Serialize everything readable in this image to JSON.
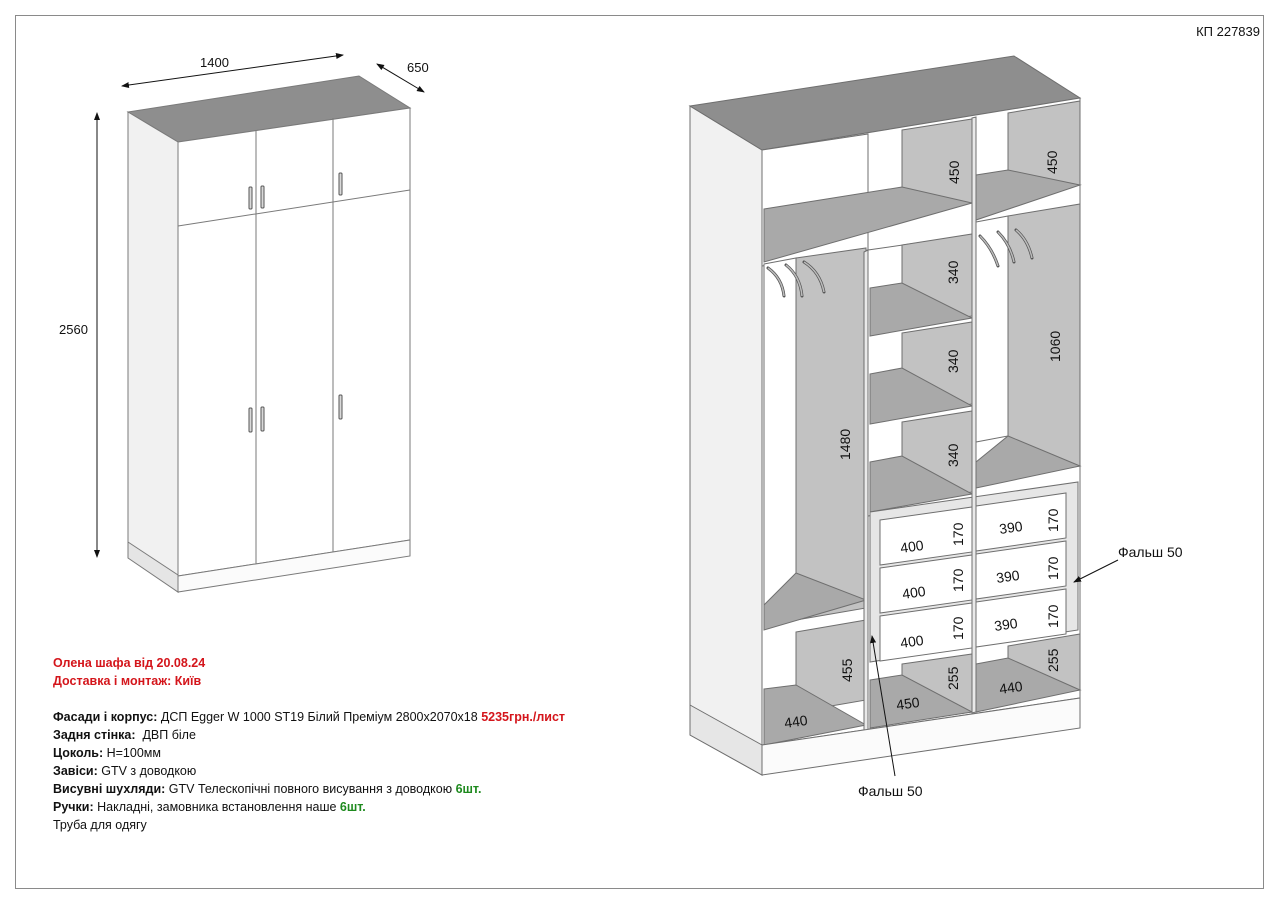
{
  "doc_code": "КП 227839",
  "dims": {
    "width": "1400",
    "depth": "650",
    "height": "2560",
    "top_left": "450",
    "top_right": "450",
    "hang_left": "1480",
    "shelf_mid_1": "340",
    "shelf_mid_2": "340",
    "shelf_mid_3": "340",
    "hang_right": "1060",
    "drawer_h": "170",
    "drawer_w_mid": "400",
    "drawer_w_right": "390",
    "bottom_left_h": "455",
    "bottom_left_w": "440",
    "bottom_mid_w": "450",
    "bottom_mid_h": "255",
    "bottom_right_w": "440",
    "bottom_right_h": "255",
    "falsh_right": "Фальш 50",
    "falsh_bottom": "Фальш 50"
  },
  "notes": {
    "title": "Олена шафа від 20.08.24",
    "delivery": "Доставка і монтаж: Київ",
    "facade_label": "Фасади і корпус:",
    "facade_value": " ДСП Egger W 1000 ST19 Білий Преміум 2800х2070х18 ",
    "facade_price": "5235грн./лист",
    "back_label": "Задня стінка:",
    "back_value": "  ДВП біле",
    "plinth_label": "Цоколь:",
    "plinth_value": " Н=100мм",
    "hinges_label": "Завіси:",
    "hinges_value": " GTV з доводкою",
    "drawers_label": "Висувні шухляди:",
    "drawers_value": " GTV Телескопічні повного висування з доводкою ",
    "drawers_count": "6шт.",
    "handles_label": "Ручки:",
    "handles_value": " Накладні, замовника встановлення наше ",
    "handles_count": "6шт.",
    "rail": "Труба для одягу"
  },
  "colors": {
    "accent_red": "#d4151b",
    "accent_green": "#1e8a1e",
    "panel_grey": "#b9b9b9",
    "top_grey": "#8e8e8e"
  }
}
